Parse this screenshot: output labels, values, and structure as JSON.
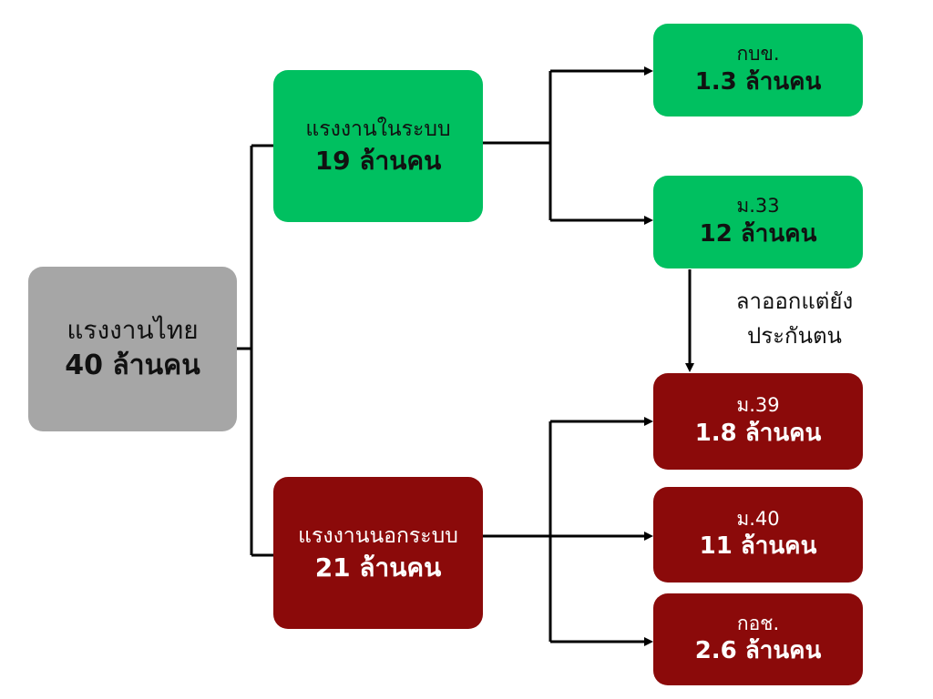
{
  "root": {
    "label": "แรงงานไทย",
    "value": "40 ล้านคน",
    "color": "#a6a6a6"
  },
  "formal": {
    "label": "แรงงานในระบบ",
    "value": "19 ล้านคน",
    "color": "#00c060",
    "children": [
      {
        "label": "กบข.",
        "value": "1.3 ล้านคน"
      },
      {
        "label": "ม.33",
        "value": "12 ล้านคน"
      }
    ]
  },
  "informal": {
    "label": "แรงงานนอกระบบ",
    "value": "21 ล้านคน",
    "color": "#8b0a0a",
    "children": [
      {
        "label": "ม.39",
        "value": "1.8 ล้านคน"
      },
      {
        "label": "ม.40",
        "value": "11 ล้านคน"
      },
      {
        "label": "กอช.",
        "value": "2.6 ล้านคน"
      }
    ]
  },
  "transition_note": {
    "line1": "ลาออกแต่ยัง",
    "line2": "ประกันตน"
  }
}
